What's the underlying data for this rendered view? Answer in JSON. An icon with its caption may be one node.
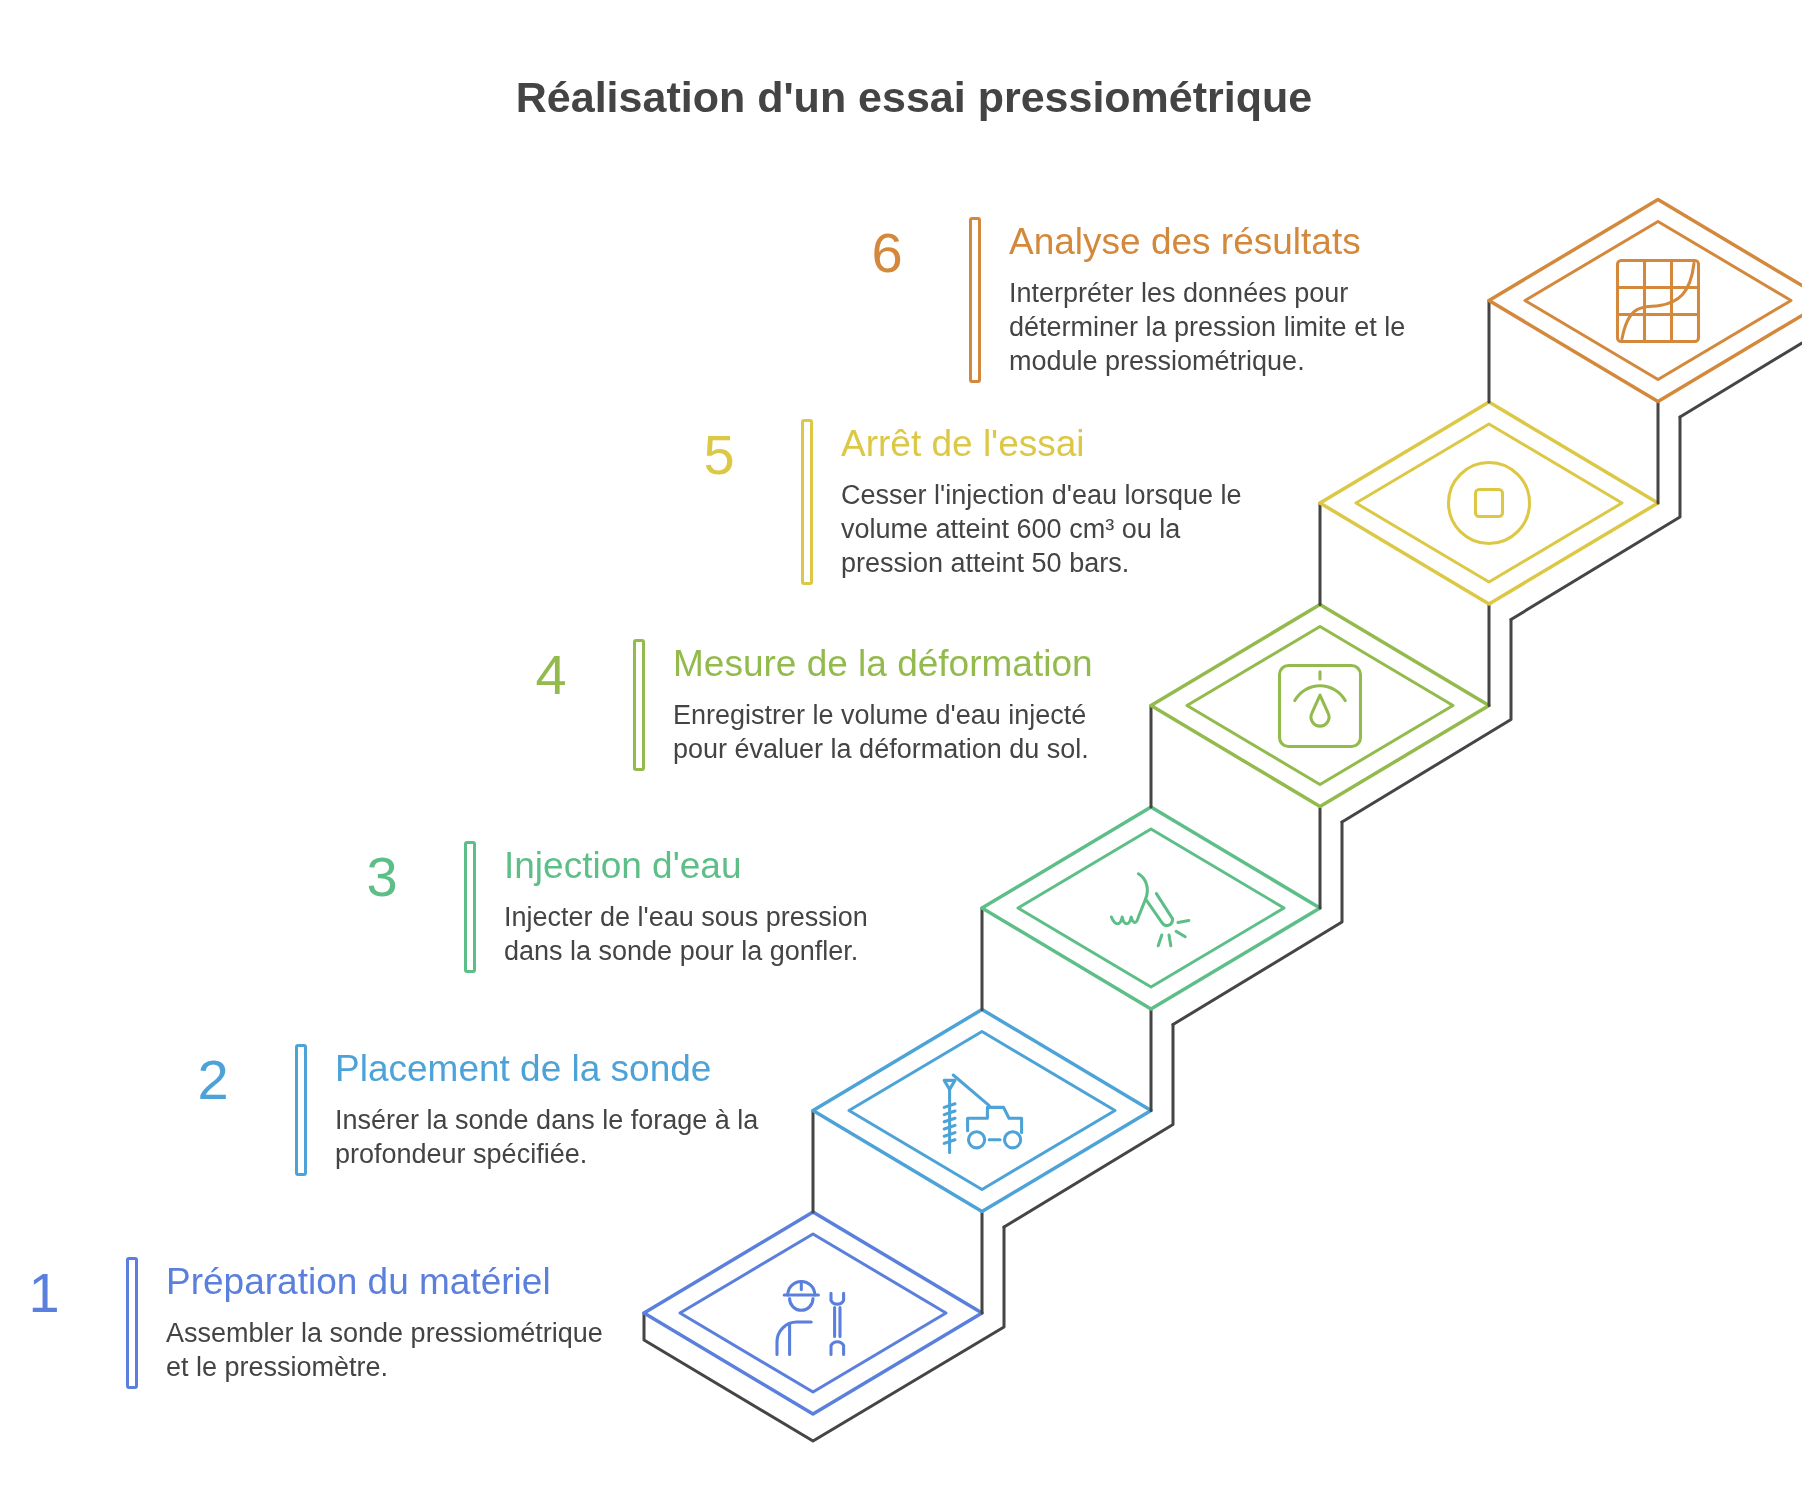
{
  "diagram": {
    "title": "Réalisation d'un essai pressiométrique",
    "nodes": [
      {
        "text": [
          "Préparation du matériel",
          "Assembler la sonde pressiométrique et le pressiomètre."
        ],
        "beside": [
          "1"
        ]
      },
      {
        "text": [
          "Placement de la sonde",
          "Insérer la sonde dans le forage à la profondeur spécifiée."
        ],
        "beside": [
          "2"
        ]
      },
      {
        "text": [
          "Injection d'eau",
          "Injecter de l'eau sous pression dans la sonde pour la gonfler."
        ],
        "beside": [
          "3"
        ]
      },
      {
        "text": [
          "Mesure de la déformation",
          "Enregistrer le volume d'eau injecté pour évaluer la déformation du sol."
        ],
        "beside": [
          "4"
        ]
      },
      {
        "text": [
          "Arrêt de l'essai",
          "Cesser l'injection d'eau lorsque le volume atteint 600 cm³ ou la pression atteint 50 bars."
        ],
        "beside": [
          "5"
        ]
      },
      {
        "text": [
          "Analyse des résultats",
          "Interpréter les données pour déterminer la pression limite et le module pressiométrique."
        ],
        "beside": [
          "6"
        ]
      }
    ]
  }
}
